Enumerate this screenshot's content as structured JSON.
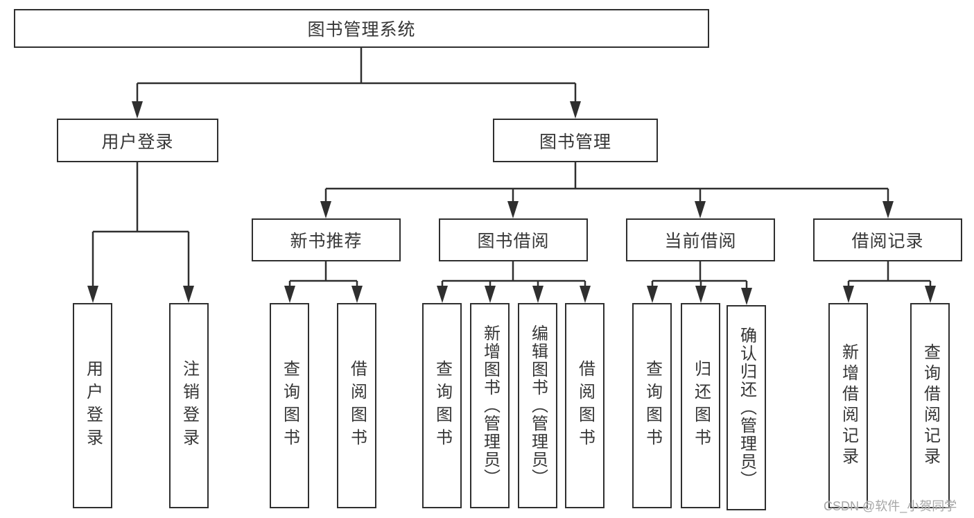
{
  "tree": {
    "label": "图书管理系统",
    "children": [
      {
        "label": "用户登录",
        "children": [
          {
            "label": "用户登录"
          },
          {
            "label": "注销登录"
          }
        ]
      },
      {
        "label": "图书管理",
        "children": [
          {
            "label": "新书推荐",
            "children": [
              {
                "label": "查询图书"
              },
              {
                "label": "借阅图书"
              }
            ]
          },
          {
            "label": "图书借阅",
            "children": [
              {
                "label": "查询图书"
              },
              {
                "label": "新增图书（管理员）"
              },
              {
                "label": "编辑图书（管理员）"
              },
              {
                "label": "借阅图书"
              }
            ]
          },
          {
            "label": "当前借阅",
            "children": [
              {
                "label": "查询图书"
              },
              {
                "label": "归还图书"
              },
              {
                "label": "确认归还（管理员）"
              }
            ]
          },
          {
            "label": "借阅记录",
            "children": [
              {
                "label": "新增借阅记录"
              },
              {
                "label": "查询借阅记录"
              }
            ]
          }
        ]
      }
    ]
  },
  "watermark": {
    "text": "CSDN @软件_小贺同学"
  },
  "colors": {
    "line": "#2f2f2f",
    "box_border": "#2f2f2f",
    "text": "#363636",
    "watermark": "#a6a6a6",
    "background": "#ffffff"
  }
}
